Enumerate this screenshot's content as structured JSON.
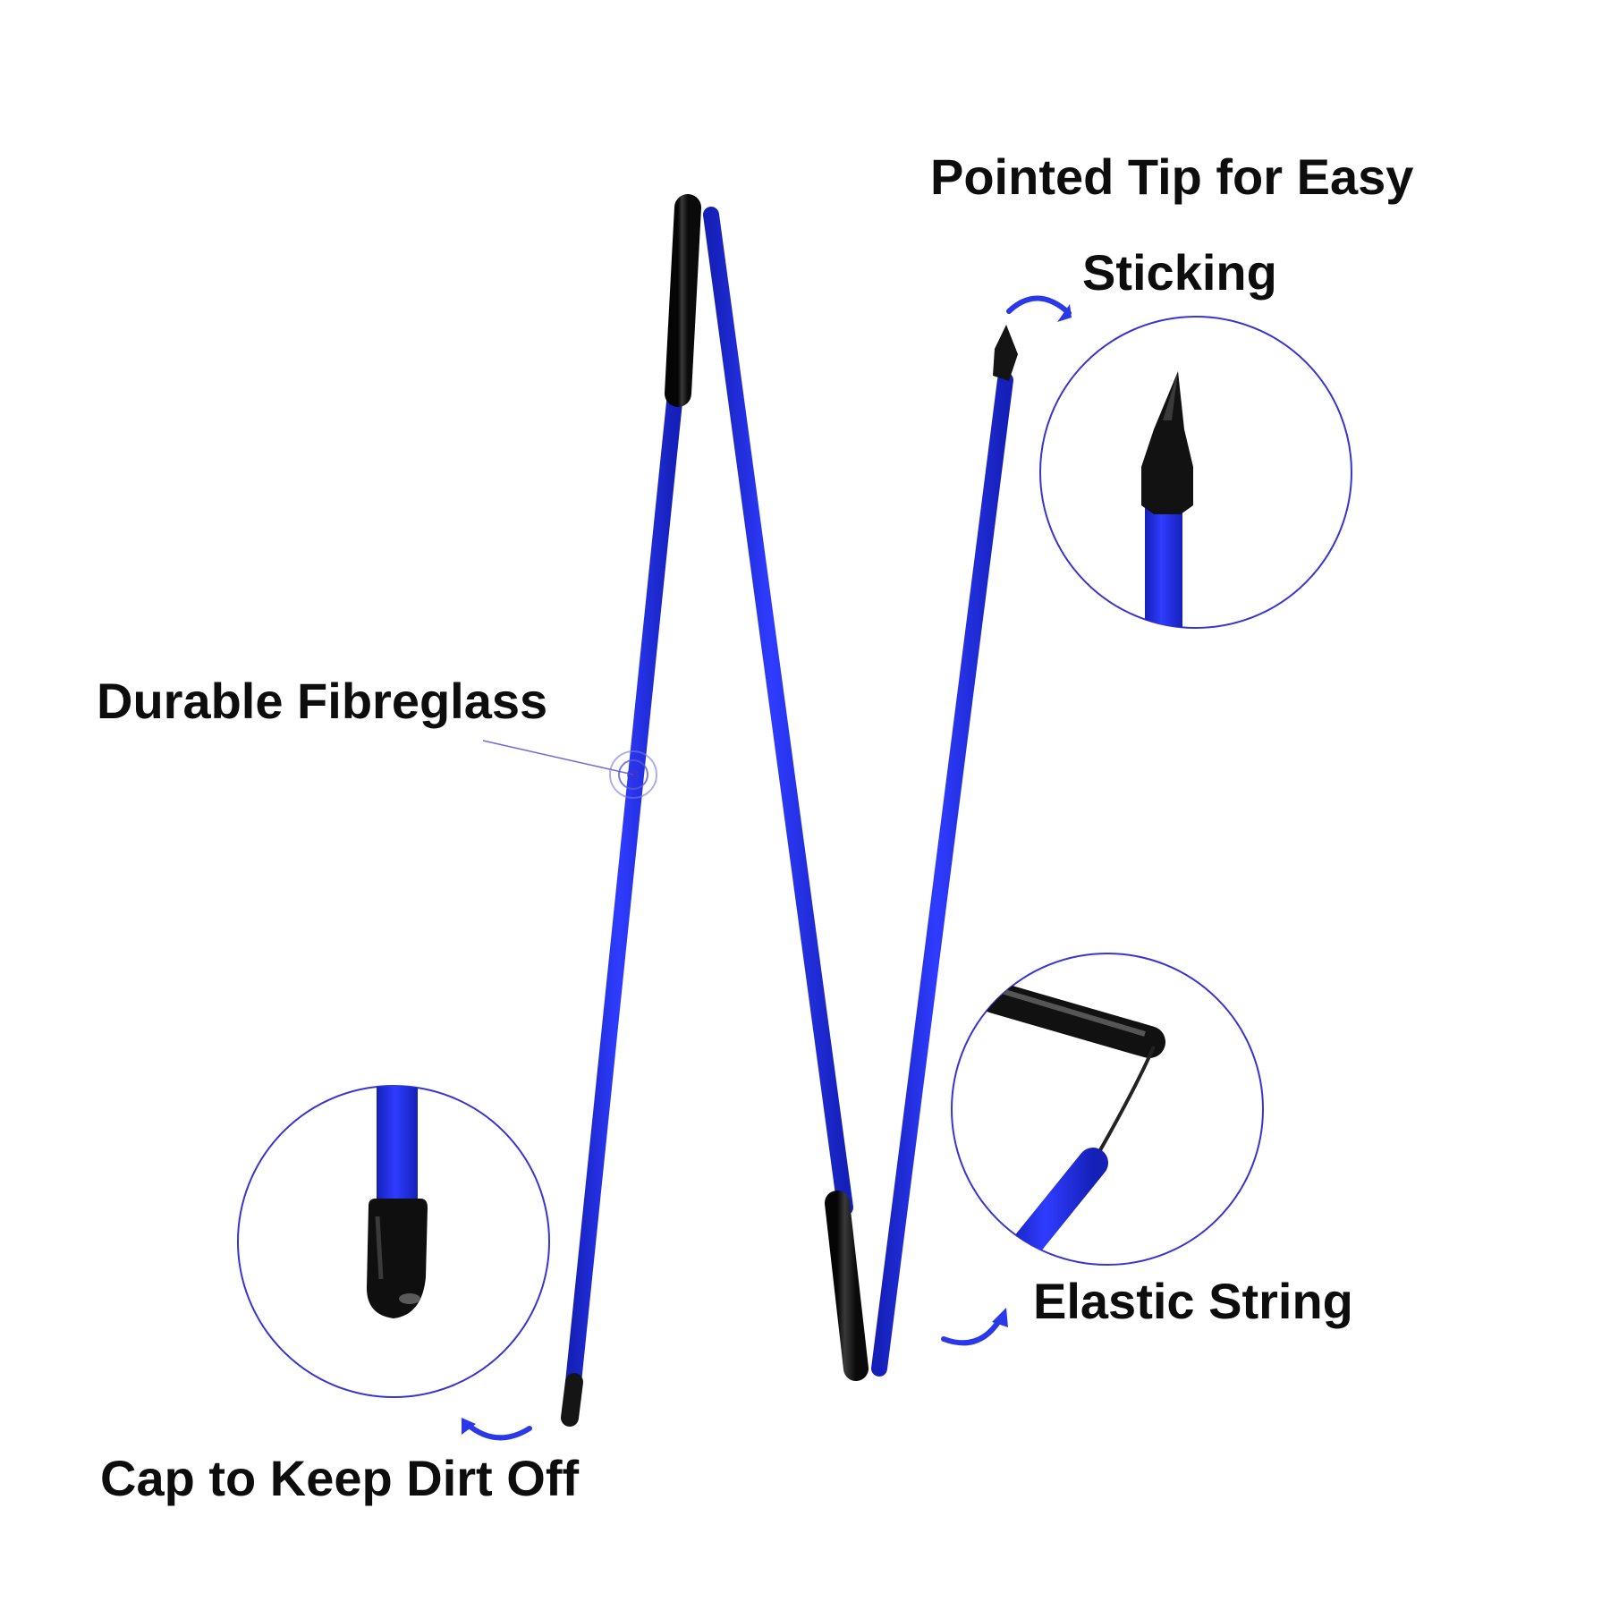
{
  "labels": {
    "pointed_tip_line1": "Pointed Tip for Easy",
    "pointed_tip_line2": "Sticking",
    "durable": "Durable Fibreglass",
    "elastic": "Elastic String",
    "cap": "Cap to Keep Dirt Off"
  },
  "colors": {
    "rod_blue": "#1f28e6",
    "cap_black": "#151515",
    "circle_line": "#3535d6",
    "arrow_blue": "#2a38e8",
    "text": "#0d0d0d"
  },
  "icons": {
    "callout_arrow": "curved-arrow-icon",
    "callout_target": "concentric-circle-icon"
  }
}
